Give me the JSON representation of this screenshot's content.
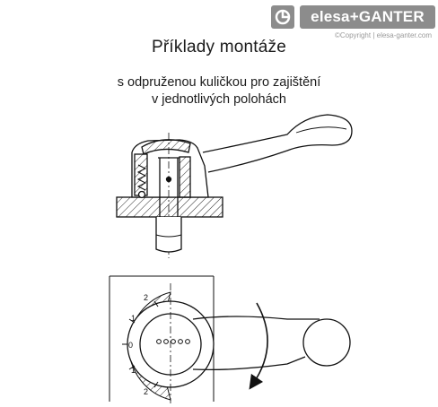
{
  "brand": {
    "logo_text": "elesa+GANTER",
    "copyright": "©Copyright | elesa-ganter.com"
  },
  "diagram": {
    "title": "Příklady montáže",
    "subtitle_line1": "s odpruženou kuličkou pro zajištění",
    "subtitle_line2": "v jednotlivých polohách",
    "scale_numbers": [
      "2",
      "1",
      "0",
      "1",
      "2"
    ]
  }
}
